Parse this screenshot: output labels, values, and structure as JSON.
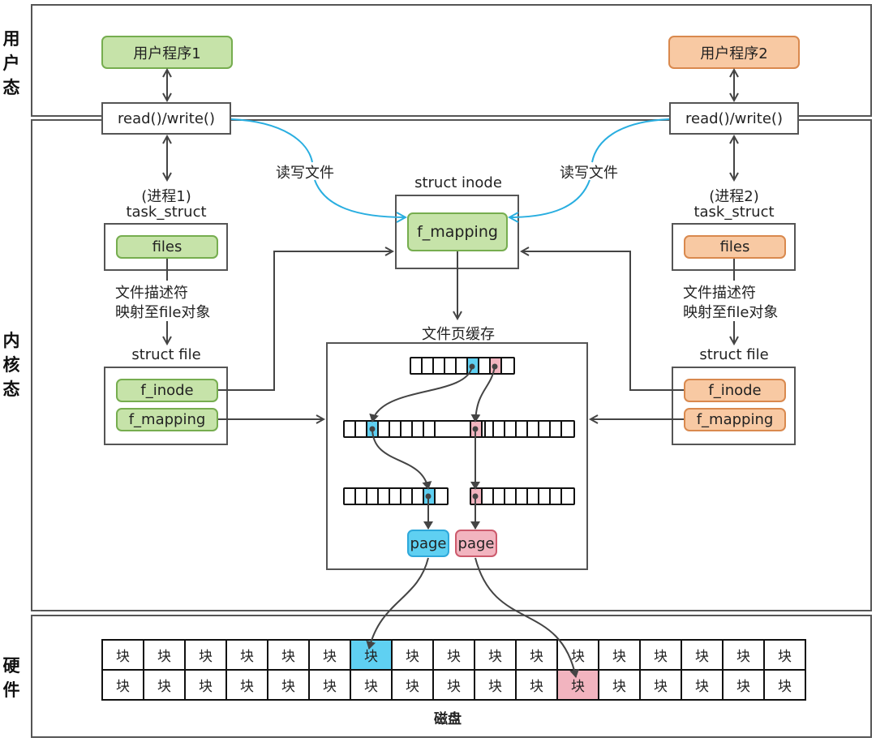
{
  "regions": {
    "user_space": "用户态",
    "kernel_space": "内核态",
    "hardware": "硬件"
  },
  "process1": {
    "program": "用户程序1",
    "syscall": "read()/write()",
    "process_label": "(进程1)",
    "task_struct_label": "task_struct",
    "files": "files",
    "fd_note_line1": "文件描述符",
    "fd_note_line2": "映射至file对象",
    "struct_file_label": "struct file",
    "f_inode": "f_inode",
    "f_mapping": "f_mapping",
    "rw_label": "读写文件"
  },
  "process2": {
    "program": "用户程序2",
    "syscall": "read()/write()",
    "process_label": "(进程2)",
    "task_struct_label": "task_struct",
    "files": "files",
    "fd_note_line1": "文件描述符",
    "fd_note_line2": "映射至file对象",
    "struct_file_label": "struct file",
    "f_inode": "f_inode",
    "f_mapping": "f_mapping",
    "rw_label": "读写文件"
  },
  "inode": {
    "label": "struct inode",
    "f_mapping": "f_mapping"
  },
  "page_cache": {
    "label": "文件页缓存",
    "page_blue": "page",
    "page_pink": "page"
  },
  "disk": {
    "label": "磁盘",
    "block": "块",
    "rows": 2,
    "cols": 17,
    "highlight_blue": {
      "row": 0,
      "col": 6
    },
    "highlight_pink": {
      "row": 1,
      "col": 11
    }
  },
  "colors": {
    "process1": "#c6e3a9",
    "process2": "#f8c9a3",
    "page_blue": "#5fd0f2",
    "page_pink": "#f2b4bf",
    "rw_arrow": "#29aee0"
  }
}
